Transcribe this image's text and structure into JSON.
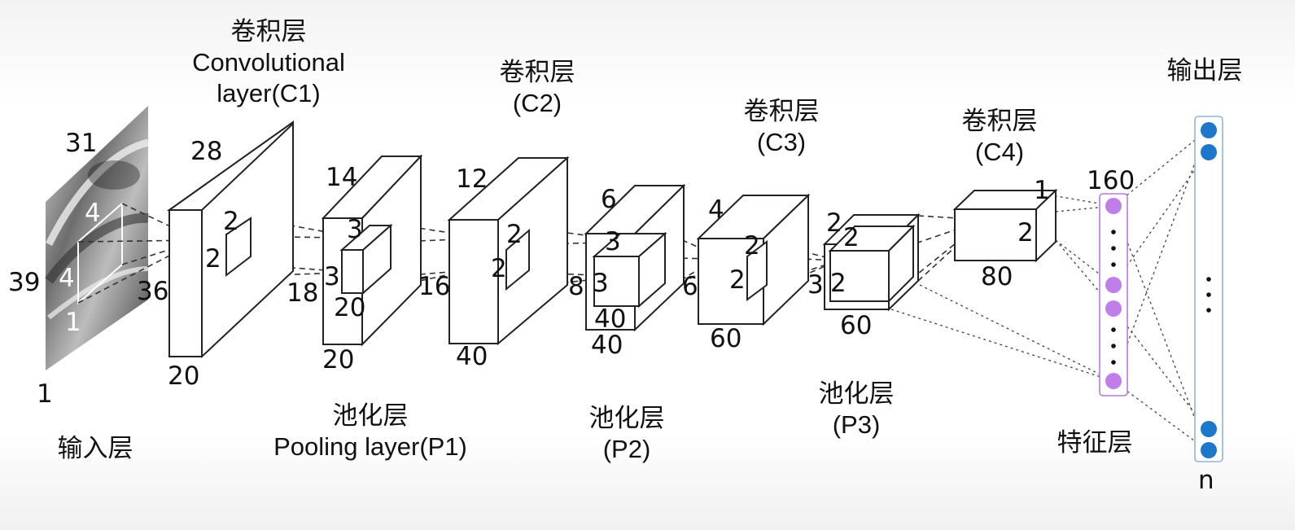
{
  "layers": {
    "input": {
      "title": "输入层",
      "dims": [
        "31",
        "39",
        "1"
      ],
      "window": [
        "4",
        "4",
        "1"
      ]
    },
    "c1": {
      "title_cn": "卷积层",
      "title_en": "Convolutional",
      "title_id": "layer(C1)",
      "dims": [
        "28",
        "36",
        "20"
      ],
      "kernel": [
        "2",
        "2"
      ]
    },
    "p1": {
      "title_cn": "池化层",
      "title_en": "Pooling layer(P1)",
      "dims": [
        "14",
        "18",
        "20"
      ],
      "kernel": [
        "3",
        "3",
        "20"
      ]
    },
    "c2": {
      "title_cn": "卷积层",
      "title_id": "(C2)",
      "dims": [
        "12",
        "16",
        "40"
      ],
      "kernel": [
        "2",
        "2"
      ]
    },
    "p2": {
      "title_cn": "池化层",
      "title_id": "(P2)",
      "dims": [
        "6",
        "8",
        "40"
      ],
      "kernel": [
        "3",
        "3",
        "40"
      ]
    },
    "c3": {
      "title_cn": "卷积层",
      "title_id": "(C3)",
      "dims": [
        "4",
        "6",
        "60"
      ],
      "kernel": [
        "2",
        "2"
      ]
    },
    "p3": {
      "title_cn": "池化层",
      "title_id": "(P3)",
      "dims": [
        "2",
        "3",
        "60"
      ],
      "kernel": [
        "2",
        "2"
      ]
    },
    "c4": {
      "title_cn": "卷积层",
      "title_id": "(C4)",
      "dims": [
        "1",
        "2",
        "80"
      ]
    },
    "feature": {
      "title": "特征层",
      "size": "160"
    },
    "output": {
      "title": "输出层",
      "size": "n"
    }
  },
  "colors": {
    "feature_node": "#c07ee8",
    "output_node": "#1f77c9",
    "box_stroke": "#222222",
    "feature_border": "#b97ad6",
    "output_border": "#8fb5d9"
  }
}
